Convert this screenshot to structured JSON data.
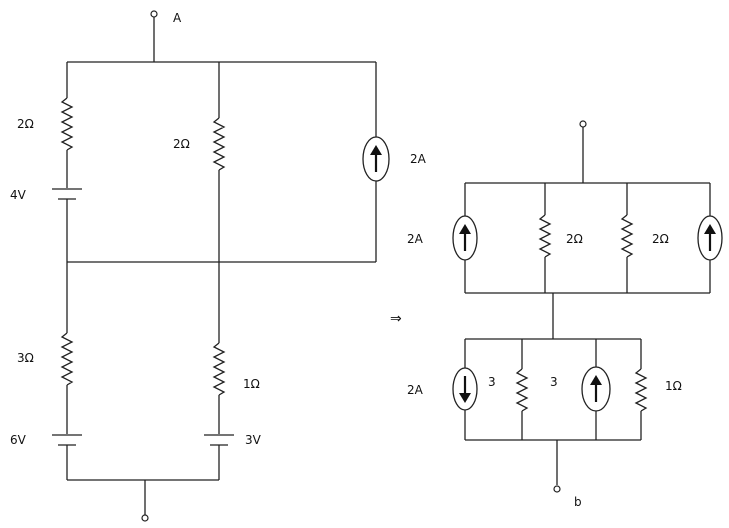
{
  "left_circuit": {
    "terminal_top_label": "A",
    "r_top_left": "2Ω",
    "battery_top_left": "4V",
    "r_top_middle": "2Ω",
    "current_source_top_right": "2A",
    "r_bottom_left": "3Ω",
    "battery_bottom_left": "6V",
    "r_bottom_right": "1Ω",
    "battery_bottom_right": "3V"
  },
  "transform_arrow": "⇒",
  "right_circuit": {
    "top_source_left": "2A",
    "top_r1": "2Ω",
    "top_r2": "2Ω",
    "bottom_source_left": "2A",
    "bottom_r1": "3",
    "bottom_r2": "3",
    "bottom_r3": "1Ω",
    "terminal_bottom_label": "b"
  }
}
